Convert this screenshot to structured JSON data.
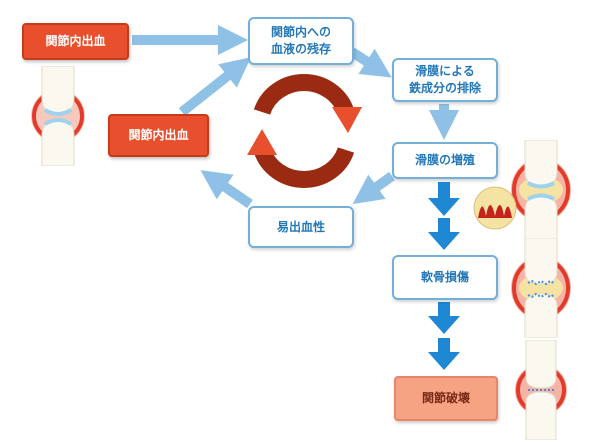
{
  "boxes": {
    "bleed_top": "関節内出血",
    "blood_residue": "関節内への\n血液の残存",
    "iron_deposit": "滑膜による\n鉄成分の排除",
    "bleed_mid": "関節内出血",
    "synovial_growth": "滑膜の増殖",
    "bleeding_tendency": "易出血性",
    "cartilage_damage": "軟骨損傷",
    "joint_destruction": "関節破壊"
  },
  "colors": {
    "accent_red": "#e8502d",
    "arrow_light_blue": "#8fc1e6",
    "arrow_dark_blue": "#1f88d4",
    "box_border_blue": "#74afd9",
    "text_blue": "#2478b7",
    "salmon": "#f6a384"
  },
  "icons": {
    "cycle": "circular-arrows-icon",
    "joint_normal": "healthy-knee-joint-icon",
    "joint_swollen": "inflamed-knee-joint-icon",
    "joint_damaged": "damaged-cartilage-joint-icon",
    "joint_destroyed": "destroyed-joint-icon",
    "synovium": "synovium-closeup-icon"
  }
}
